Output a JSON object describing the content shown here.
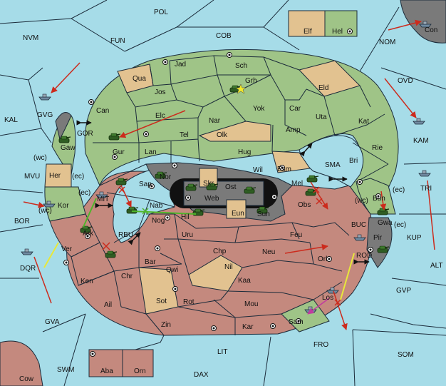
{
  "board": {
    "colors": {
      "sea": "#a6dce8",
      "green_power": "#9fc487",
      "tan_neutral": "#e2c290",
      "red_power": "#c4897e",
      "grey_power": "#7a7a7a",
      "order_arrow": "#cc2b1d",
      "support_line_yellow": "#e8e83a",
      "support_line_green": "#4fb52a",
      "convoy_line_magenta": "#c23aa0"
    },
    "labels": {
      "pol": "POL",
      "nvm": "NVM",
      "fun": "FUN",
      "cob": "COB",
      "nom": "NOM",
      "ovd": "OVD",
      "kal": "KAL",
      "mvu": "MVU",
      "bor": "BOR",
      "sma": "SMA",
      "mit": "MIT",
      "rbu": "RBU",
      "buc": "BUC",
      "rod": "ROD",
      "kup": "KUP",
      "alt": "ALT",
      "gvp": "GVP",
      "gva": "GVA",
      "fro": "FRO",
      "som": "SOM",
      "lit": "LIT",
      "swm": "SWM",
      "dax": "DAX",
      "gor": "GOR",
      "gvg": "GVG",
      "kam": "KAM",
      "dqr": "DQR",
      "tri": "TRI",
      "con": "Con",
      "cow": "Cow",
      "elf": "Elf",
      "hel": "Hel",
      "jad": "Jad",
      "sch": "Sch",
      "qua": "Qua",
      "jos": "Jos",
      "grh": "Grh",
      "eld": "Eld",
      "can": "Can",
      "elc": "Elc",
      "nar": "Nar",
      "yok": "Yok",
      "car": "Car",
      "uta": "Uta",
      "kat": "Kat",
      "tel": "Tel",
      "olk": "Olk",
      "amp": "Amp",
      "gur": "Gur",
      "gaw": "Gaw",
      "lan": "Lan",
      "hug": "Hug",
      "rie": "Rie",
      "bri": "Bri",
      "her": "Her",
      "nor": "Nor",
      "wil": "Wil",
      "esm": "Esm",
      "skr": "Skr",
      "ost": "Ost",
      "mel": "Mel",
      "bun": "Bun",
      "sap": "Sap",
      "web": "Web",
      "kor": "Kor",
      "nab": "Nab",
      "hil": "Hil",
      "eun": "Eun",
      "sun": "Sun",
      "obs": "Obs",
      "gwa": "Gwa",
      "ark": "Ark",
      "nog": "Nog",
      "pir": "Pir",
      "uru": "Uru",
      "feu": "Feu",
      "ver": "Ver",
      "chp": "Chp",
      "neu": "Neu",
      "orl": "Orl",
      "bar": "Bar",
      "qwi": "Qwi",
      "nil": "Nil",
      "ken": "Ken",
      "chr": "Chr",
      "kaa": "Kaa",
      "los": "Los",
      "ail": "Ail",
      "sot": "Sot",
      "rot": "Rot",
      "mou": "Mou",
      "sam": "Sam",
      "zin": "Zin",
      "kar": "Kar",
      "aba": "Aba",
      "orn": "Orn",
      "wc": "(wc)",
      "ec": "(ec)"
    },
    "unit_types": [
      "army",
      "fleet"
    ]
  }
}
